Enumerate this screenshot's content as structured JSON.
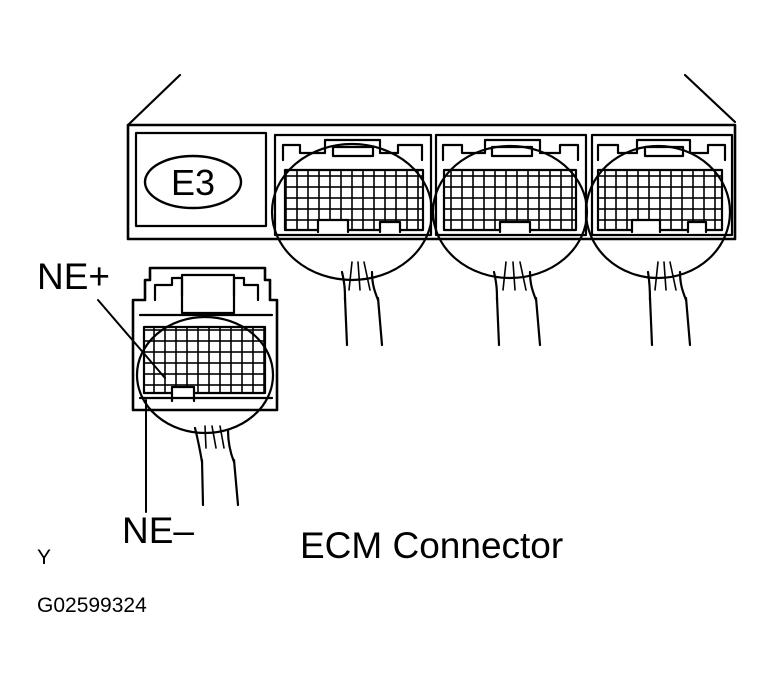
{
  "ecm": {
    "badge": "E3"
  },
  "labels": {
    "ne_plus": "NE+",
    "ne_minus": "NE–",
    "title": "ECM Connector",
    "view_code": "Y",
    "figure_code": "G02599324"
  },
  "colors": {
    "ink": "#000000",
    "paper": "#ffffff"
  }
}
